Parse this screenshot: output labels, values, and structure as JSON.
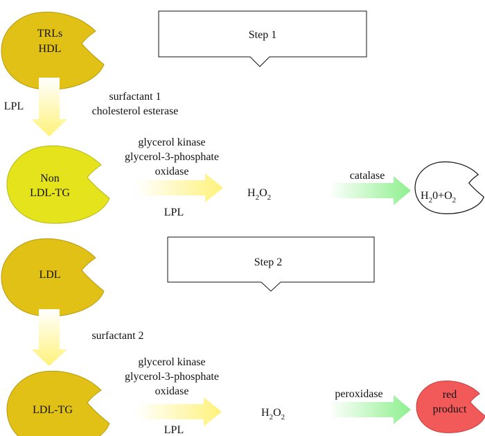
{
  "colors": {
    "gold": "#E2C116",
    "gold_stroke": "#B89A0C",
    "lime": "#E4E31C",
    "lime_stroke": "#B9B712",
    "red": "#F25A5A",
    "red_stroke": "#C83D3D",
    "arrow_yellow": "#FFF27A",
    "arrow_green": "#8EF08E"
  },
  "step1": {
    "title": "Step 1",
    "source_line1": "TRLs",
    "source_line2": "HDL",
    "side_label": "LPL",
    "reagent_line1": "surfactant 1",
    "reagent_line2": "cholesterol esterase",
    "product_line1": "Non",
    "product_line2": "LDL-TG",
    "enzymes_line1": "glycerol kinase",
    "enzymes_line2": "glycerol-3-phosphate",
    "enzymes_line3": "oxidase",
    "enzyme_lpl": "LPL",
    "h2o2": {
      "h": "H",
      "sub1": "2",
      "o": "O",
      "sub2": "2"
    },
    "final_enzyme": "catalase",
    "final_product": {
      "p1": "H",
      "s1": "2",
      "p2": "0+O",
      "s2": "2"
    }
  },
  "step2": {
    "title": "Step 2",
    "source": "LDL",
    "reagent": "surfactant 2",
    "product": "LDL-TG",
    "enzymes_line1": "glycerol kinase",
    "enzymes_line2": "glycerol-3-phosphate",
    "enzymes_line3": "oxidase",
    "enzyme_lpl": "LPL",
    "h2o2": {
      "h": "H",
      "sub1": "2",
      "o": "O",
      "sub2": "2"
    },
    "final_enzyme": "peroxidase",
    "final_product_line1": "red",
    "final_product_line2": "product"
  }
}
